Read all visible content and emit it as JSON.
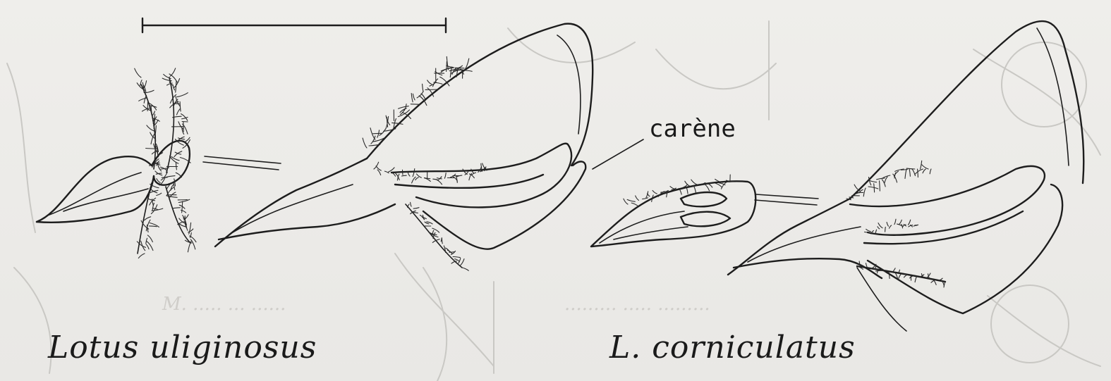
{
  "labels": {
    "species_left": "Lotus uliginosus",
    "species_right": "L. corniculatus",
    "part": "carène"
  },
  "scale_bar": {
    "label": ""
  },
  "colors": {
    "ink": "#1d1d1d",
    "paper": "#ecebe8",
    "show_through": "#c9c8c4"
  }
}
